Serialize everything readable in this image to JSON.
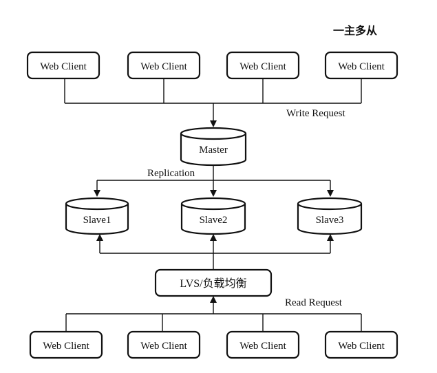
{
  "title": "一主多从",
  "labels": {
    "write_request": "Write Request",
    "replication": "Replication",
    "read_request": "Read Request"
  },
  "top_clients": [
    "Web Client",
    "Web Client",
    "Web Client",
    "Web Client"
  ],
  "master": "Master",
  "slaves": [
    "Slave1",
    "Slave2",
    "Slave3"
  ],
  "load_balancer": "LVS/负载均衡",
  "bottom_clients": [
    "Web Client",
    "Web Client",
    "Web Client",
    "Web Client"
  ]
}
